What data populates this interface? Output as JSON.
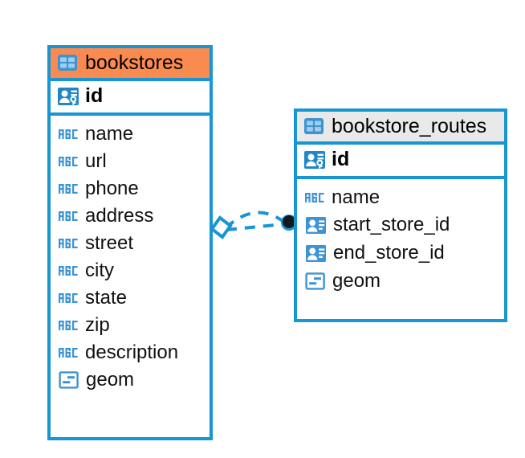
{
  "diagram": {
    "title": "database-er-diagram",
    "colors": {
      "edge_blue": "#1896d3",
      "header_orange": "#f98a50",
      "header_grey": "#e9e9e9",
      "icon_blue": "#3d94d4",
      "endpoint_dark": "#101418",
      "text": "#000000"
    }
  },
  "tables": [
    {
      "name": "bookstores",
      "header_style": "orange",
      "table_icon": "table-icon",
      "primary_key": {
        "label": "id",
        "icon": "primary-key-icon"
      },
      "columns": [
        {
          "label": "name",
          "icon": "abc-text-icon"
        },
        {
          "label": "url",
          "icon": "abc-text-icon"
        },
        {
          "label": "phone",
          "icon": "abc-text-icon"
        },
        {
          "label": "address",
          "icon": "abc-text-icon"
        },
        {
          "label": "street",
          "icon": "abc-text-icon"
        },
        {
          "label": "city",
          "icon": "abc-text-icon"
        },
        {
          "label": "state",
          "icon": "abc-text-icon"
        },
        {
          "label": "zip",
          "icon": "abc-text-icon"
        },
        {
          "label": "description",
          "icon": "abc-text-icon"
        },
        {
          "label": "geom",
          "icon": "geometry-icon"
        }
      ]
    },
    {
      "name": "bookstore_routes",
      "header_style": "grey",
      "table_icon": "table-icon",
      "primary_key": {
        "label": "id",
        "icon": "primary-key-icon"
      },
      "columns": [
        {
          "label": "name",
          "icon": "abc-text-icon"
        },
        {
          "label": "start_store_id",
          "icon": "foreign-key-icon"
        },
        {
          "label": "end_store_id",
          "icon": "foreign-key-icon"
        },
        {
          "label": "geom",
          "icon": "geometry-icon"
        }
      ]
    }
  ],
  "relationships": [
    {
      "from": "bookstores.id",
      "to": "bookstore_routes.start_store_id",
      "style": "dashed",
      "source_marker": "diamond",
      "target_marker": "filled-circle"
    },
    {
      "from": "bookstores.id",
      "to": "bookstore_routes.end_store_id",
      "style": "dashed",
      "source_marker": "diamond",
      "target_marker": "filled-circle"
    }
  ]
}
